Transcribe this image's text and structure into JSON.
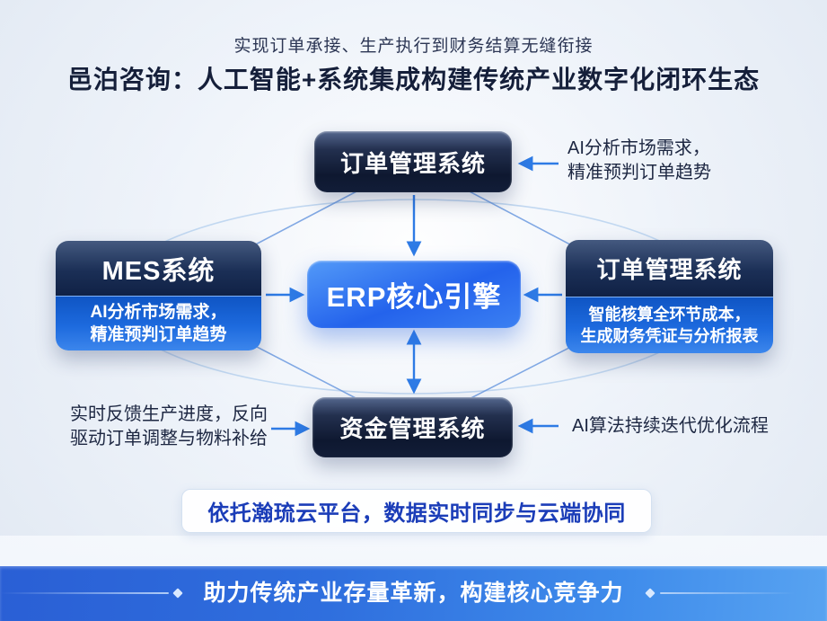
{
  "header": {
    "subtitle": "实现订单承接、生产执行到财务结算无缝衔接",
    "title": "邑泊咨询：人工智能+系统集成构建传统产业数字化闭环生态"
  },
  "diagram": {
    "top_node": {
      "label": "订单管理系统"
    },
    "left_node": {
      "label": "MES系统",
      "desc1": "AI分析市场需求，",
      "desc2": "精准预判订单趋势"
    },
    "center_node": {
      "label": "ERP核心引擎"
    },
    "right_node": {
      "label": "订单管理系统",
      "desc1": "智能核算全环节成本，",
      "desc2": "生成财务凭证与分析报表"
    },
    "bottom_node": {
      "label": "资金管理系统"
    },
    "annotation_top_right": {
      "line1": "AI分析市场需求，",
      "line2": "精准预判订单趋势"
    },
    "annotation_bottom_left": {
      "line1": "实时反馈生产进度，反向",
      "line2": "驱动订单调整与物料补给"
    },
    "annotation_bottom_right": {
      "text": "AI算法持续迭代优化流程"
    }
  },
  "banner": {
    "text": "依托瀚琉云平台，数据实时同步与云端协同"
  },
  "footer": {
    "text": "助力传统产业存量革新，构建核心竞争力"
  },
  "colors": {
    "arrow_blue": "#2e7be5",
    "wire_blue": "#6d9be0",
    "deep_navy_box": "#101b33",
    "bright_blue_box": "#2463ec",
    "banner_text": "#1b3db8",
    "footer_start": "#2a5fd5",
    "footer_end": "#58a3f1",
    "title_navy": "#151f3a"
  }
}
